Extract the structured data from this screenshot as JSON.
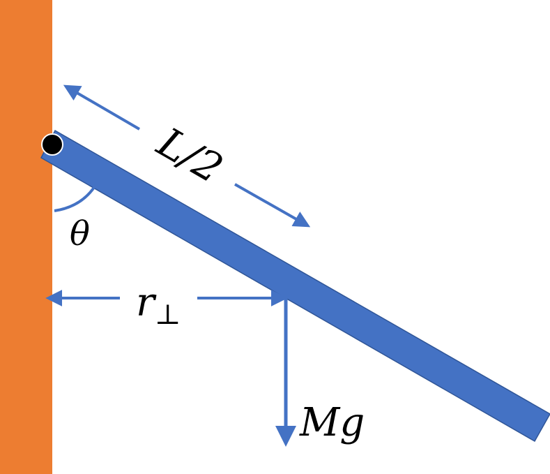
{
  "colors": {
    "wall": "#ED7D31",
    "rod": "#4472C4",
    "rod_edge": "#2F5597",
    "arrow": "#4472C4",
    "pivot": "#000000",
    "text": "#000000"
  },
  "labels": {
    "half_length": "L/2",
    "angle": "θ",
    "lever_arm_base": "r",
    "lever_arm_sub": "⊥",
    "weight": "Mg"
  }
}
